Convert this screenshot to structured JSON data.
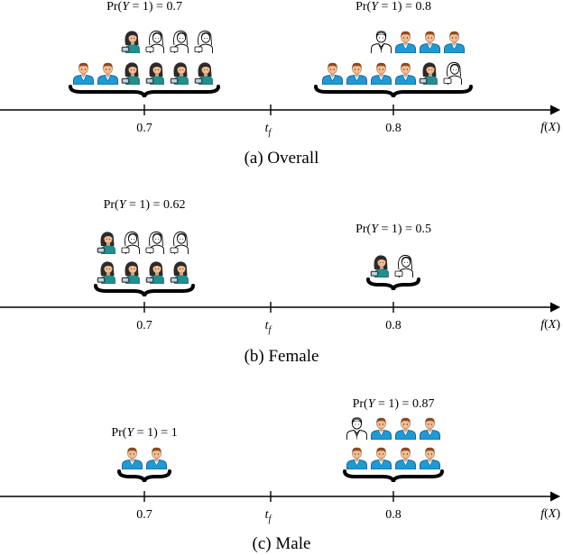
{
  "axis_label": "f(X)",
  "threshold_label": "t",
  "threshold_subscript": "f",
  "tick_labels": {
    "left": "0.7",
    "right": "0.8"
  },
  "icon_legend": {
    "male-filled": "male person, blue shirt",
    "female-filled": "female person, teal shirt",
    "male-outline": "male person, outline only",
    "female-outline": "female person, outline only"
  },
  "panels": [
    {
      "caption": "(a)  Overall",
      "groups": [
        {
          "label": "Pr(Y = 1) = 0.7",
          "rows": [
            [
              "female-filled",
              "female-outline",
              "female-outline",
              "female-outline"
            ],
            [
              "male-filled",
              "male-filled",
              "female-filled",
              "female-filled",
              "female-filled",
              "female-filled"
            ]
          ]
        },
        {
          "label": "Pr(Y = 1) = 0.8",
          "rows": [
            [
              "male-outline",
              "male-filled",
              "male-filled",
              "male-filled"
            ],
            [
              "male-filled",
              "male-filled",
              "male-filled",
              "male-filled",
              "female-filled",
              "female-outline"
            ]
          ]
        }
      ]
    },
    {
      "caption": "(b)  Female",
      "groups": [
        {
          "label": "Pr(Y = 1) = 0.62",
          "rows": [
            [
              "female-filled",
              "female-outline",
              "female-outline",
              "female-outline"
            ],
            [
              "female-filled",
              "female-filled",
              "female-filled",
              "female-filled"
            ]
          ]
        },
        {
          "label": "Pr(Y = 1) = 0.5",
          "rows": [
            [
              "female-filled",
              "female-outline"
            ]
          ]
        }
      ]
    },
    {
      "caption": "(c)  Male",
      "groups": [
        {
          "label": "Pr(Y = 1) = 1",
          "rows": [
            [
              "male-filled",
              "male-filled"
            ]
          ]
        },
        {
          "label": "Pr(Y = 1) = 0.87",
          "rows": [
            [
              "male-outline",
              "male-filled",
              "male-filled",
              "male-filled"
            ],
            [
              "male-filled",
              "male-filled",
              "male-filled",
              "male-filled"
            ]
          ]
        }
      ]
    }
  ]
}
